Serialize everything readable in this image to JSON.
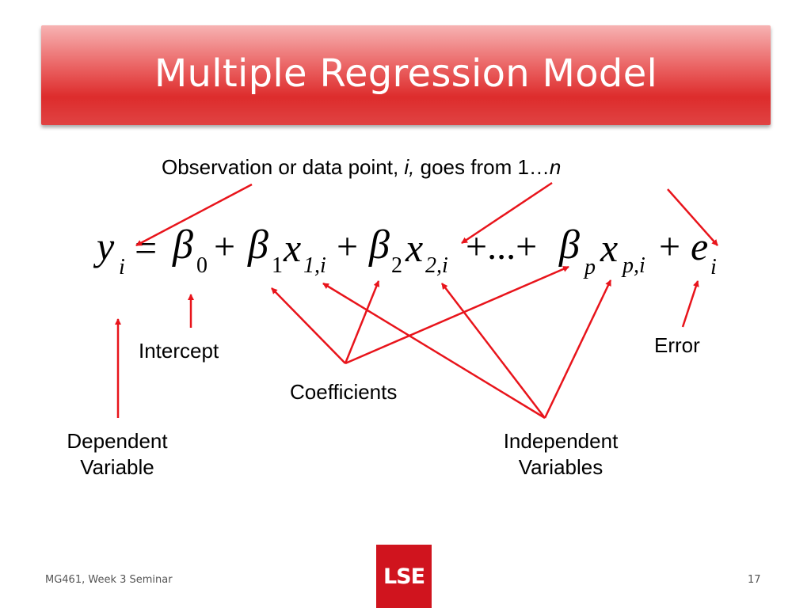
{
  "slide": {
    "title": "Multiple Regression Model",
    "footer_left": "MG461, Week 3 Seminar",
    "page_number": "17",
    "logo_text": "LSE"
  },
  "annotations": {
    "observation_prefix": "Observation or data point, ",
    "observation_i": "i,",
    "observation_middle": " goes from 1…",
    "observation_n": "n",
    "intercept": "Intercept",
    "coefficients": "Coefficients",
    "error": "Error",
    "dependent_line1": "Dependent",
    "dependent_line2": "Variable",
    "independent_line1": "Independent",
    "independent_line2": "Variables"
  },
  "equation": {
    "y": "y",
    "y_sub": "i",
    "equals": "=",
    "beta": "β",
    "b0_sub": "0",
    "plus": "+",
    "b1_sub": "1",
    "x": "x",
    "x1_sub": "1,i",
    "b2_sub": "2",
    "x2_sub": "2,i",
    "ellipsis": "+...+",
    "bp_sub": "p",
    "xp_sub": "p,i",
    "e": "e",
    "e_sub": "i"
  },
  "colors": {
    "arrow": "#e8141b",
    "title_bar": "#dd2c2c",
    "logo": "#d0141e"
  }
}
